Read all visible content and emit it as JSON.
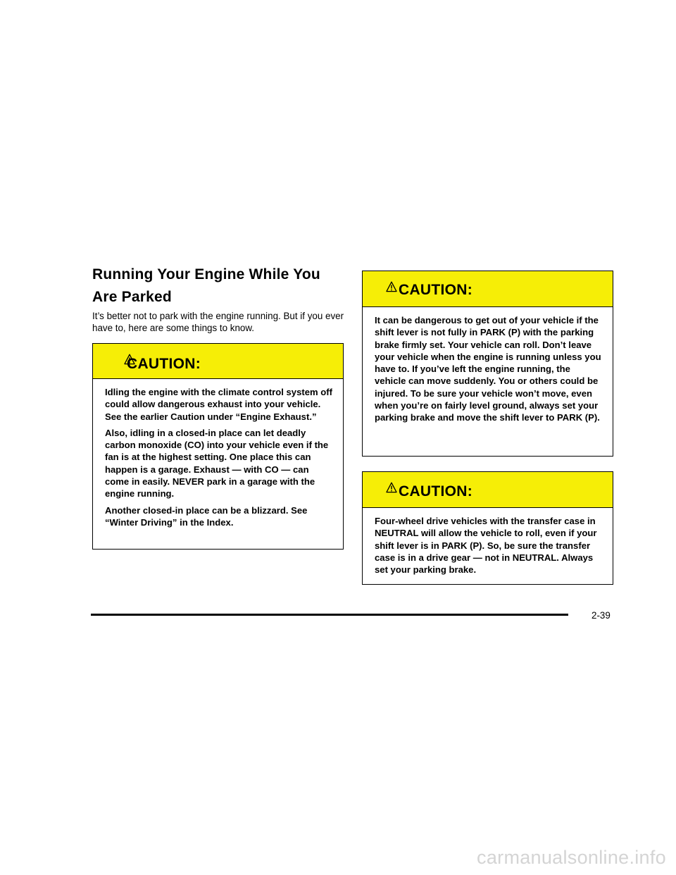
{
  "section": {
    "title": "Running Your Engine While You Are Parked",
    "intro": "It’s better not to park with the engine running. But if you ever have to, here are some things to know."
  },
  "cautions": [
    {
      "label": "CAUTION:",
      "paragraphs": [
        "Idling the engine with the climate control system off could allow dangerous exhaust into your vehicle. See the earlier Caution under “Engine Exhaust.”",
        "Also, idling in a closed-in place can let deadly carbon monoxide (CO) into your vehicle even if the fan is at the highest setting. One place this can happen is a garage. Exhaust — with CO — can come in easily. NEVER park in a garage with the engine running.",
        "Another closed-in place can be a blizzard. See “Winter Driving” in the Index."
      ]
    },
    {
      "label": "CAUTION:",
      "paragraphs": [
        "It can be dangerous to get out of your vehicle if the shift lever is not fully in PARK (P) with the parking brake firmly set. Your vehicle can roll. Don’t leave your vehicle when the engine is running unless you have to. If you’ve left the engine running, the vehicle can move suddenly. You or others could be injured. To be sure your vehicle won’t move, even when you’re on fairly level ground, always set your parking brake and move the shift lever to PARK (P)."
      ]
    },
    {
      "label": "CAUTION:",
      "paragraphs": [
        "Four-wheel drive vehicles with the transfer case in NEUTRAL will allow the vehicle to roll, even if your shift lever is in PARK (P). So, be sure the transfer case is in a drive gear — not in NEUTRAL. Always set your parking brake."
      ]
    }
  ],
  "footer": {
    "page_number": "2-39",
    "watermark": "carmanualsonline.info"
  },
  "colors": {
    "caution_header": "#f6ee06",
    "watermark": "#d4d4d4"
  },
  "icons": {
    "caution": "warning-triangle-icon"
  }
}
